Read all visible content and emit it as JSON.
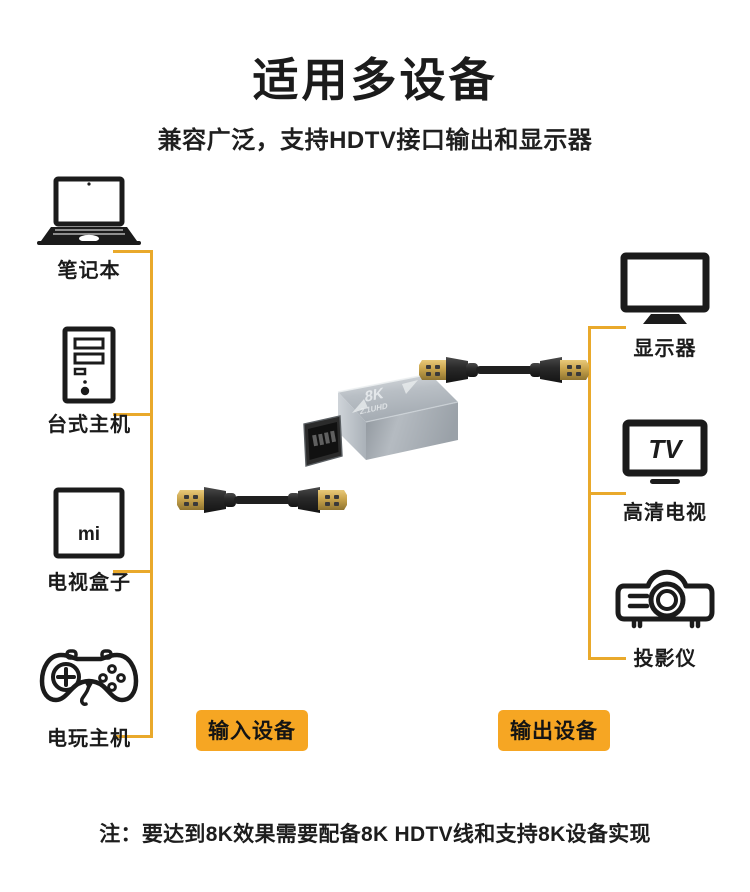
{
  "header": {
    "title": "适用多设备",
    "subtitle": "兼容广泛，支持HDTV接口输出和显示器"
  },
  "input_devices": [
    {
      "label": "笔记本",
      "icon": "laptop-icon"
    },
    {
      "label": "台式主机",
      "icon": "desktop-tower-icon"
    },
    {
      "label": "电视盒子",
      "icon": "tv-box-icon"
    },
    {
      "label": "电玩主机",
      "icon": "game-controller-icon"
    }
  ],
  "output_devices": [
    {
      "label": "显示器",
      "icon": "monitor-icon"
    },
    {
      "label": "高清电视",
      "icon": "hdtv-icon"
    },
    {
      "label": "投影仪",
      "icon": "projector-icon"
    }
  ],
  "badges": {
    "input": "输入设备",
    "output": "输出设备"
  },
  "adapter": {
    "name": "hdmi-coupler-adapter",
    "label_main": "8K",
    "label_sub": "2.1UHD"
  },
  "cables": {
    "top_name": "hdmi-cable-output",
    "bottom_name": "hdmi-cable-input"
  },
  "footnote": "注：要达到8K效果需要配备8K HDTV线和支持8K设备实现",
  "colors": {
    "connector_orange": "#e9a92b",
    "badge_orange": "#f6a623",
    "icon_black": "#1b1b1b",
    "background": "#ffffff"
  },
  "tv_icon_text": "TV",
  "mi_logo_text": "mi"
}
